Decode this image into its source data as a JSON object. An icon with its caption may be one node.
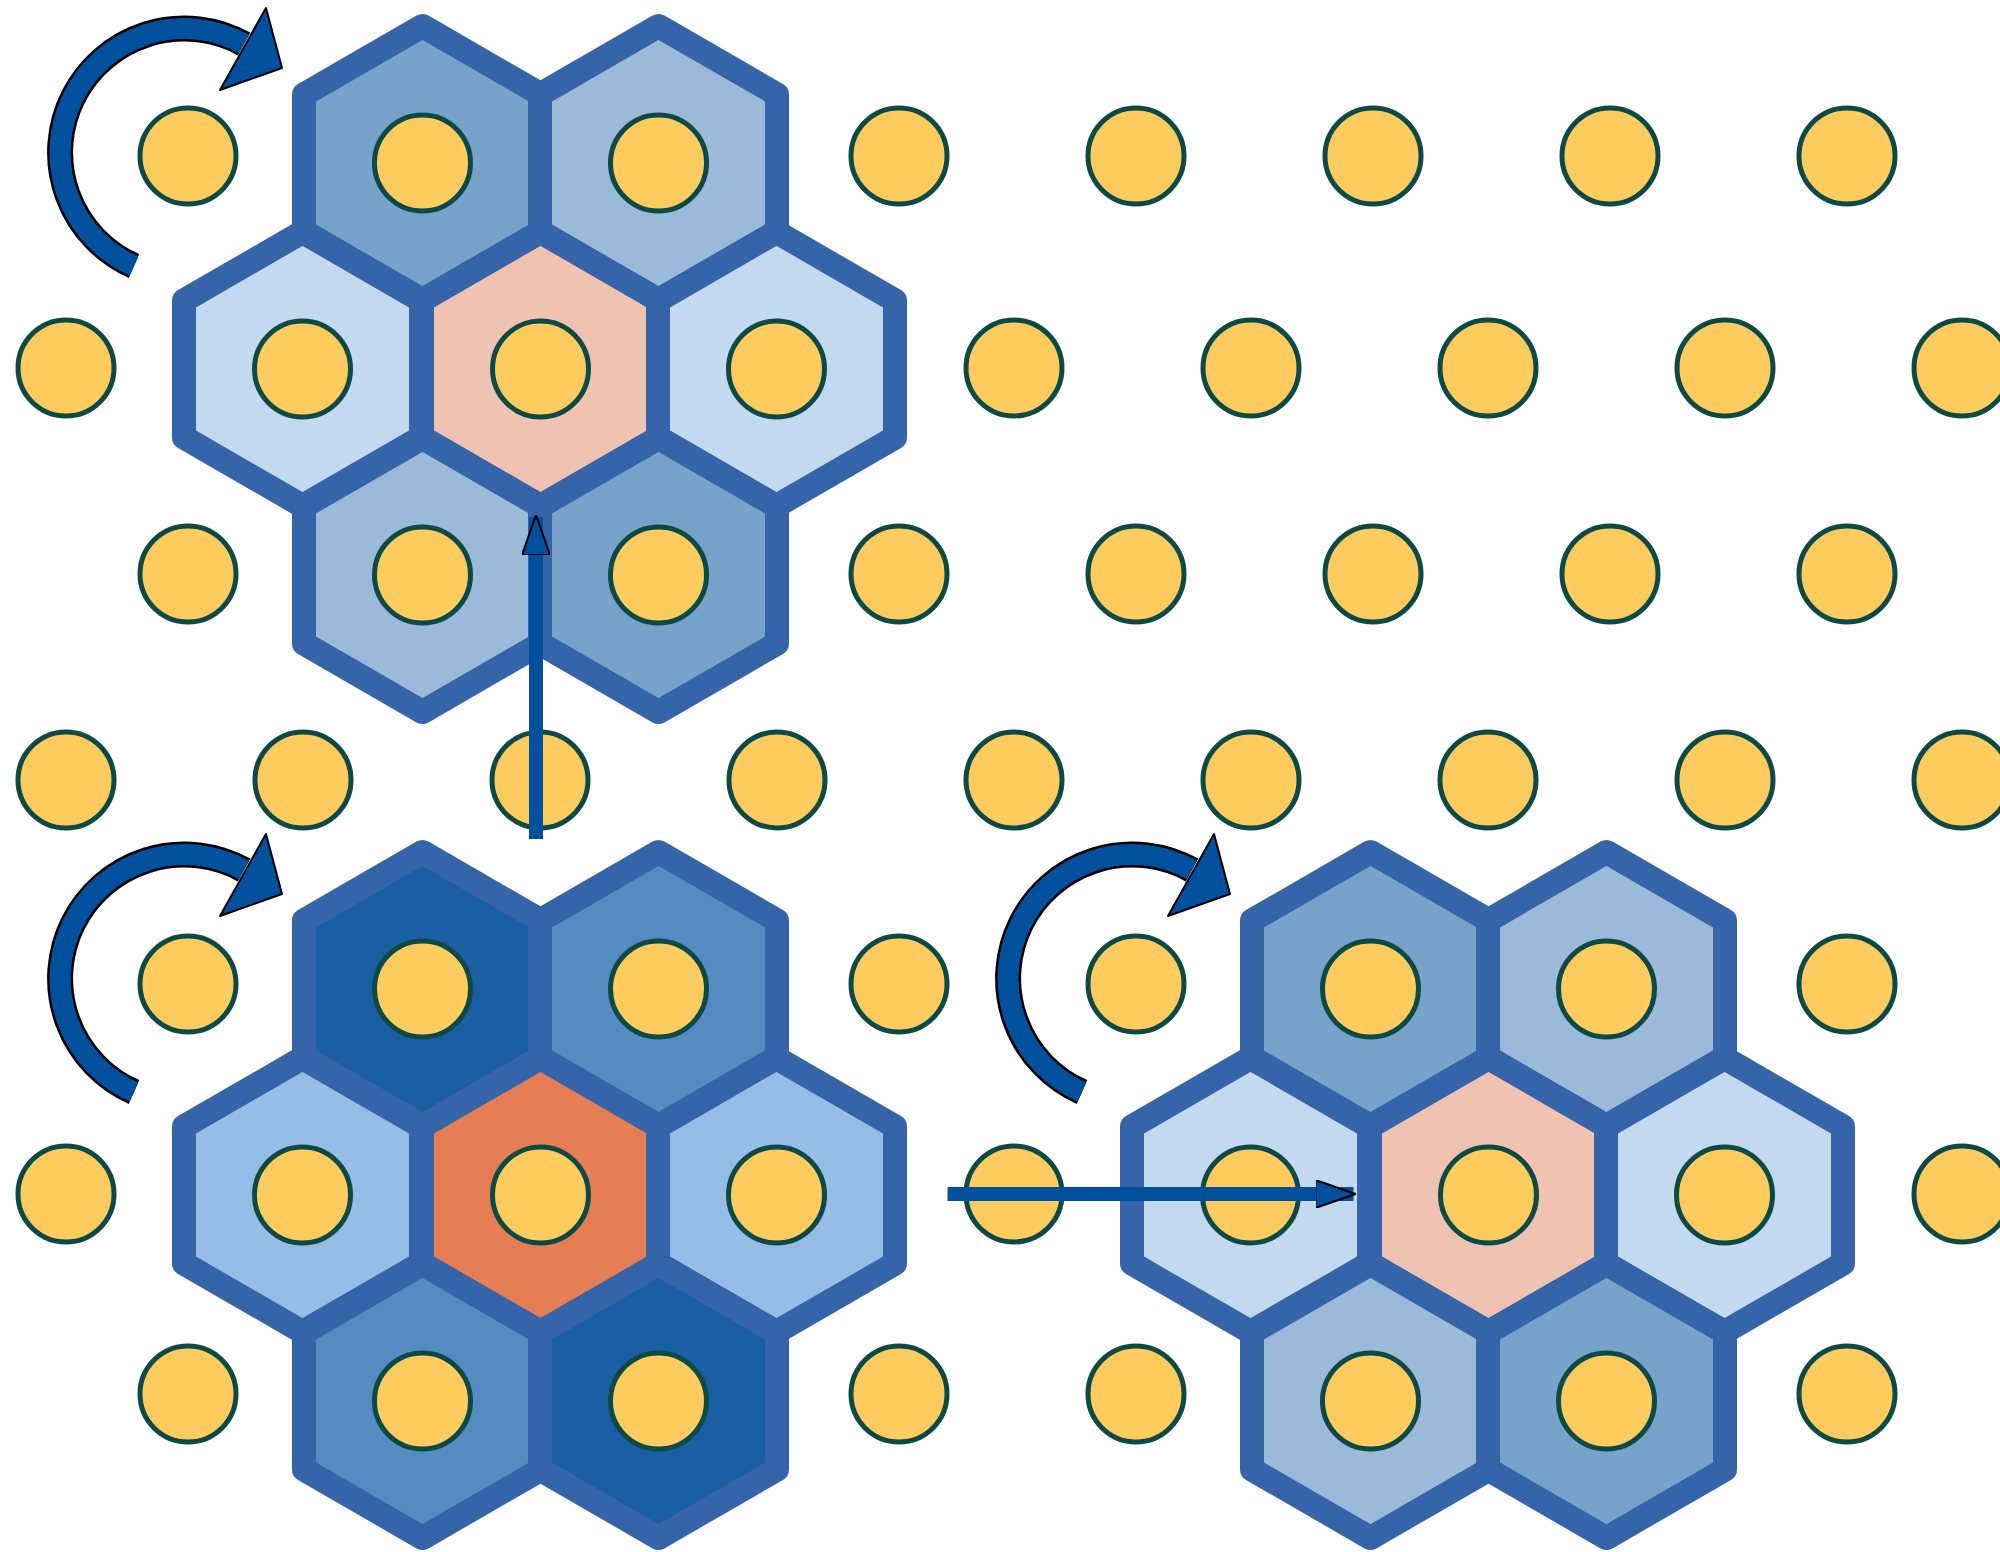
{
  "diagram": {
    "nodes": [
      {
        "text": [],
        "shape": "hexagon"
      },
      {
        "text": [],
        "shape": "hexagon",
        "in": 0
      },
      {
        "text": [],
        "shape": "hexagon",
        "in": 0
      },
      {
        "text": [],
        "shape": "hexagon",
        "in": 0
      },
      {
        "text": [],
        "shape": "hexagon",
        "in": 0
      },
      {
        "text": [],
        "shape": "hexagon",
        "in": 0
      },
      {
        "text": [],
        "shape": "hexagon",
        "in": 0
      },
      {
        "text": [],
        "shape": "hexagon",
        "in": 0
      },
      {
        "text": [],
        "shape": "hexagon"
      },
      {
        "text": [],
        "shape": "hexagon",
        "in": 8
      },
      {
        "text": [],
        "shape": "hexagon",
        "in": 8
      },
      {
        "text": [],
        "shape": "hexagon",
        "in": 8
      },
      {
        "text": [],
        "shape": "hexagon",
        "in": 8
      },
      {
        "text": [],
        "shape": "hexagon",
        "in": 8
      },
      {
        "text": [],
        "shape": "hexagon",
        "in": 8
      },
      {
        "text": [],
        "shape": "hexagon",
        "in": 8
      },
      {
        "text": [],
        "shape": "hexagon"
      },
      {
        "text": [],
        "shape": "hexagon",
        "in": 16
      },
      {
        "text": [],
        "shape": "hexagon",
        "in": 16
      },
      {
        "text": [],
        "shape": "hexagon",
        "in": 16
      },
      {
        "text": [],
        "shape": "hexagon",
        "in": 16
      },
      {
        "text": [],
        "shape": "hexagon",
        "in": 16
      },
      {
        "text": [],
        "shape": "hexagon",
        "in": 16
      },
      {
        "text": [],
        "shape": "hexagon",
        "in": 16
      }
    ],
    "edges": [
      {
        "from": 8,
        "to": 4,
        "arrow": "to"
      },
      {
        "from": 8,
        "to": 19,
        "arrow": "to"
      }
    ]
  }
}
